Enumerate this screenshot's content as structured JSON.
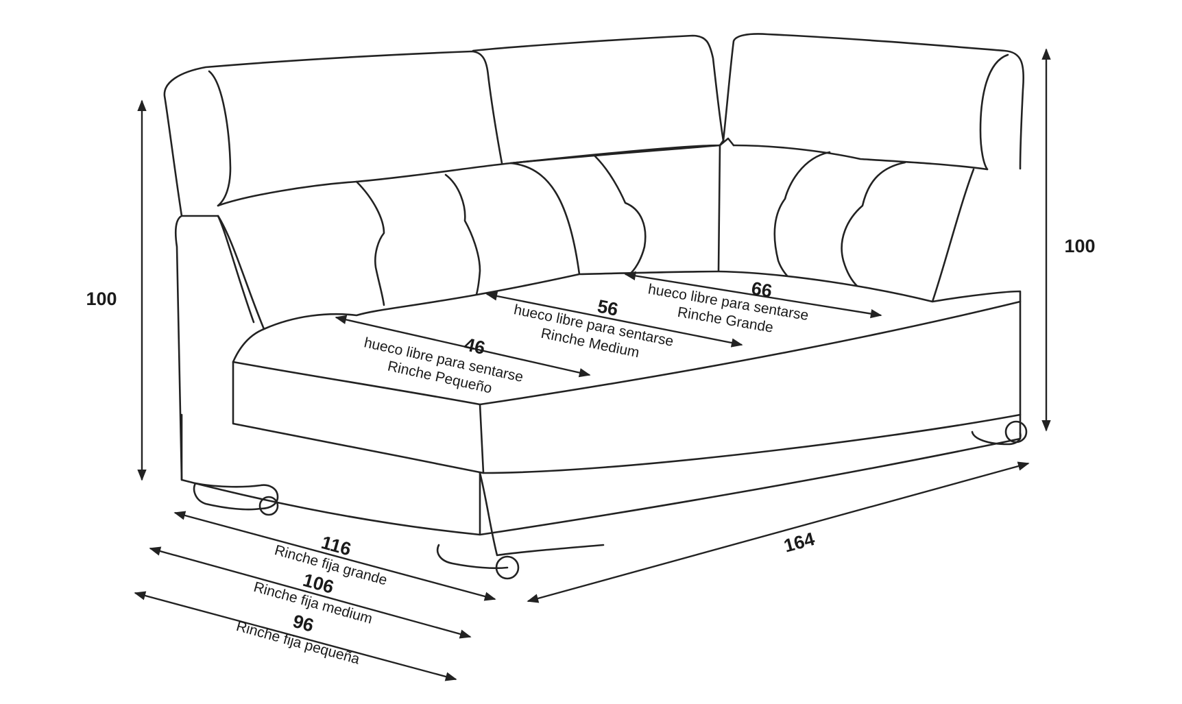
{
  "dimensions": {
    "height_left": "100",
    "height_right": "100",
    "length": "164",
    "depth": [
      {
        "value": "116",
        "label": "Rinche fija grande"
      },
      {
        "value": "106",
        "label": "Rinche fija medium"
      },
      {
        "value": "96",
        "label": "Rinche fija pequeña"
      }
    ],
    "seat": [
      {
        "value": "46",
        "line1": "hueco libre para sentarse",
        "line2": "Rinche Pequeño"
      },
      {
        "value": "56",
        "line1": "hueco libre para sentarse",
        "line2": "Rinche Medium"
      },
      {
        "value": "66",
        "line1": "hueco libre para sentarse",
        "line2": "Rinche Grande"
      }
    ]
  },
  "colors": {
    "line": "#222222",
    "background": "#ffffff"
  }
}
